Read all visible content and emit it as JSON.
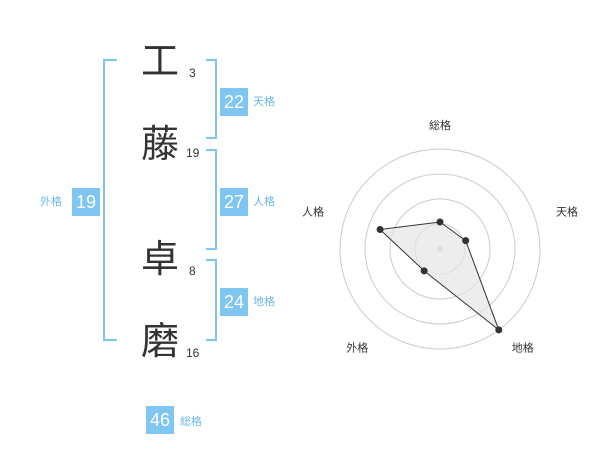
{
  "characters": [
    {
      "char": "工",
      "strokes": "3"
    },
    {
      "char": "藤",
      "strokes": "19"
    },
    {
      "char": "卓",
      "strokes": "8"
    },
    {
      "char": "磨",
      "strokes": "16"
    }
  ],
  "fortunes": {
    "tenkaku": {
      "value": "22",
      "label": "天格"
    },
    "jinkaku": {
      "value": "27",
      "label": "人格"
    },
    "chikaku": {
      "value": "24",
      "label": "地格"
    },
    "gaikaku": {
      "value": "19",
      "label": "外格"
    },
    "soukaku": {
      "value": "46",
      "label": "総格"
    }
  },
  "radar": {
    "axes": [
      "総格",
      "天格",
      "地格",
      "外格",
      "人格"
    ],
    "values": [
      0.27,
      0.27,
      1.0,
      0.27,
      0.63
    ],
    "ring_count": 4,
    "colors": {
      "line": "#333333",
      "fill": "#e6e6e6",
      "ring": "#cccccc",
      "point": "#333333"
    }
  },
  "colors": {
    "accent": "#7fc6f3",
    "accent_text": "#6bb9ea"
  }
}
